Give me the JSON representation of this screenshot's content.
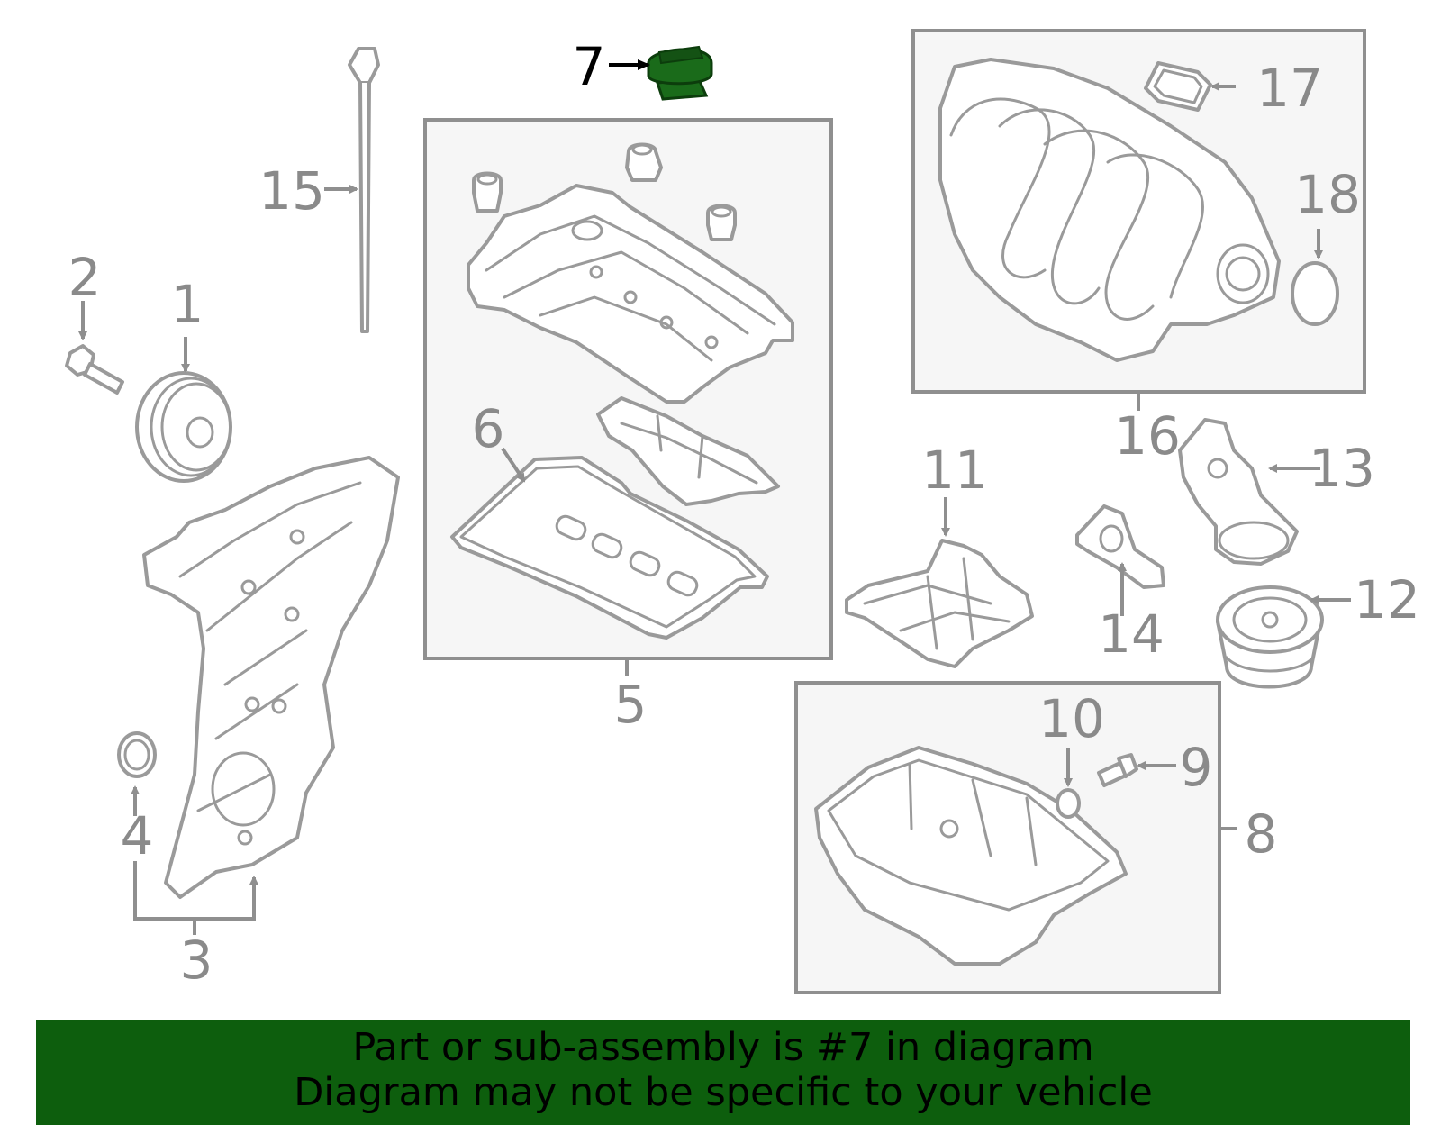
{
  "colors": {
    "highlight": "#1a6b1a",
    "banner": "#0d5e0d",
    "line": "#9a9a9a"
  },
  "labels": {
    "p1": "1",
    "p2": "2",
    "p3": "3",
    "p4": "4",
    "p5": "5",
    "p6": "6",
    "p7": "7",
    "p8": "8",
    "p9": "9",
    "p10": "10",
    "p11": "11",
    "p12": "12",
    "p13": "13",
    "p14": "14",
    "p15": "15",
    "p16": "16",
    "p17": "17",
    "p18": "18"
  },
  "banner": {
    "line1": "Part or sub-assembly is #7 in diagram",
    "line2": "Diagram may not be specific to your vehicle"
  }
}
